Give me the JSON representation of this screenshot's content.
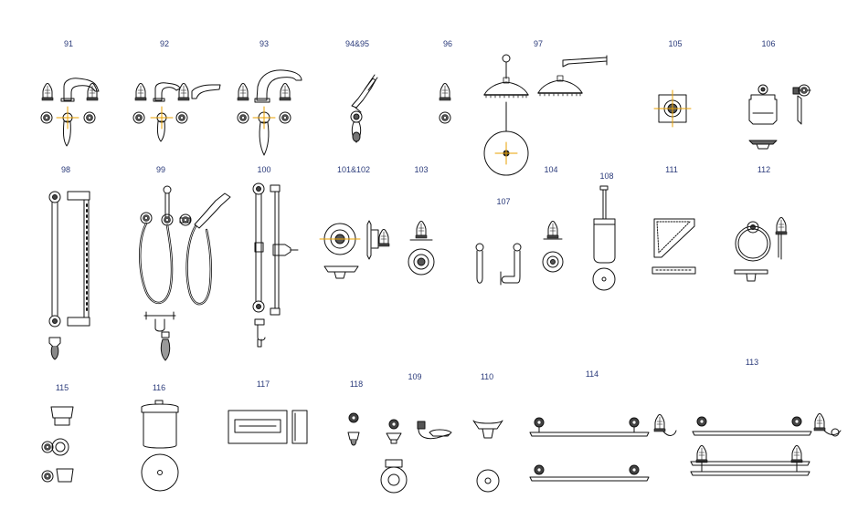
{
  "labels": {
    "l91": "91",
    "l92": "92",
    "l93": "93",
    "l94": "94&95",
    "l96": "96",
    "l97": "97",
    "l105": "105",
    "l106": "106",
    "l98": "98",
    "l99": "99",
    "l100": "100",
    "l101": "101&102",
    "l103": "103",
    "l104": "104",
    "l107": "107",
    "l108": "108",
    "l111": "111",
    "l112": "112",
    "l115": "115",
    "l116": "116",
    "l117": "117",
    "l118": "118",
    "l109": "109",
    "l110": "110",
    "l114": "114",
    "l113": "113"
  },
  "colors": {
    "line": "#111111",
    "label": "#2a3a7a",
    "center_mark": "#e8a000",
    "background": "#ffffff"
  }
}
